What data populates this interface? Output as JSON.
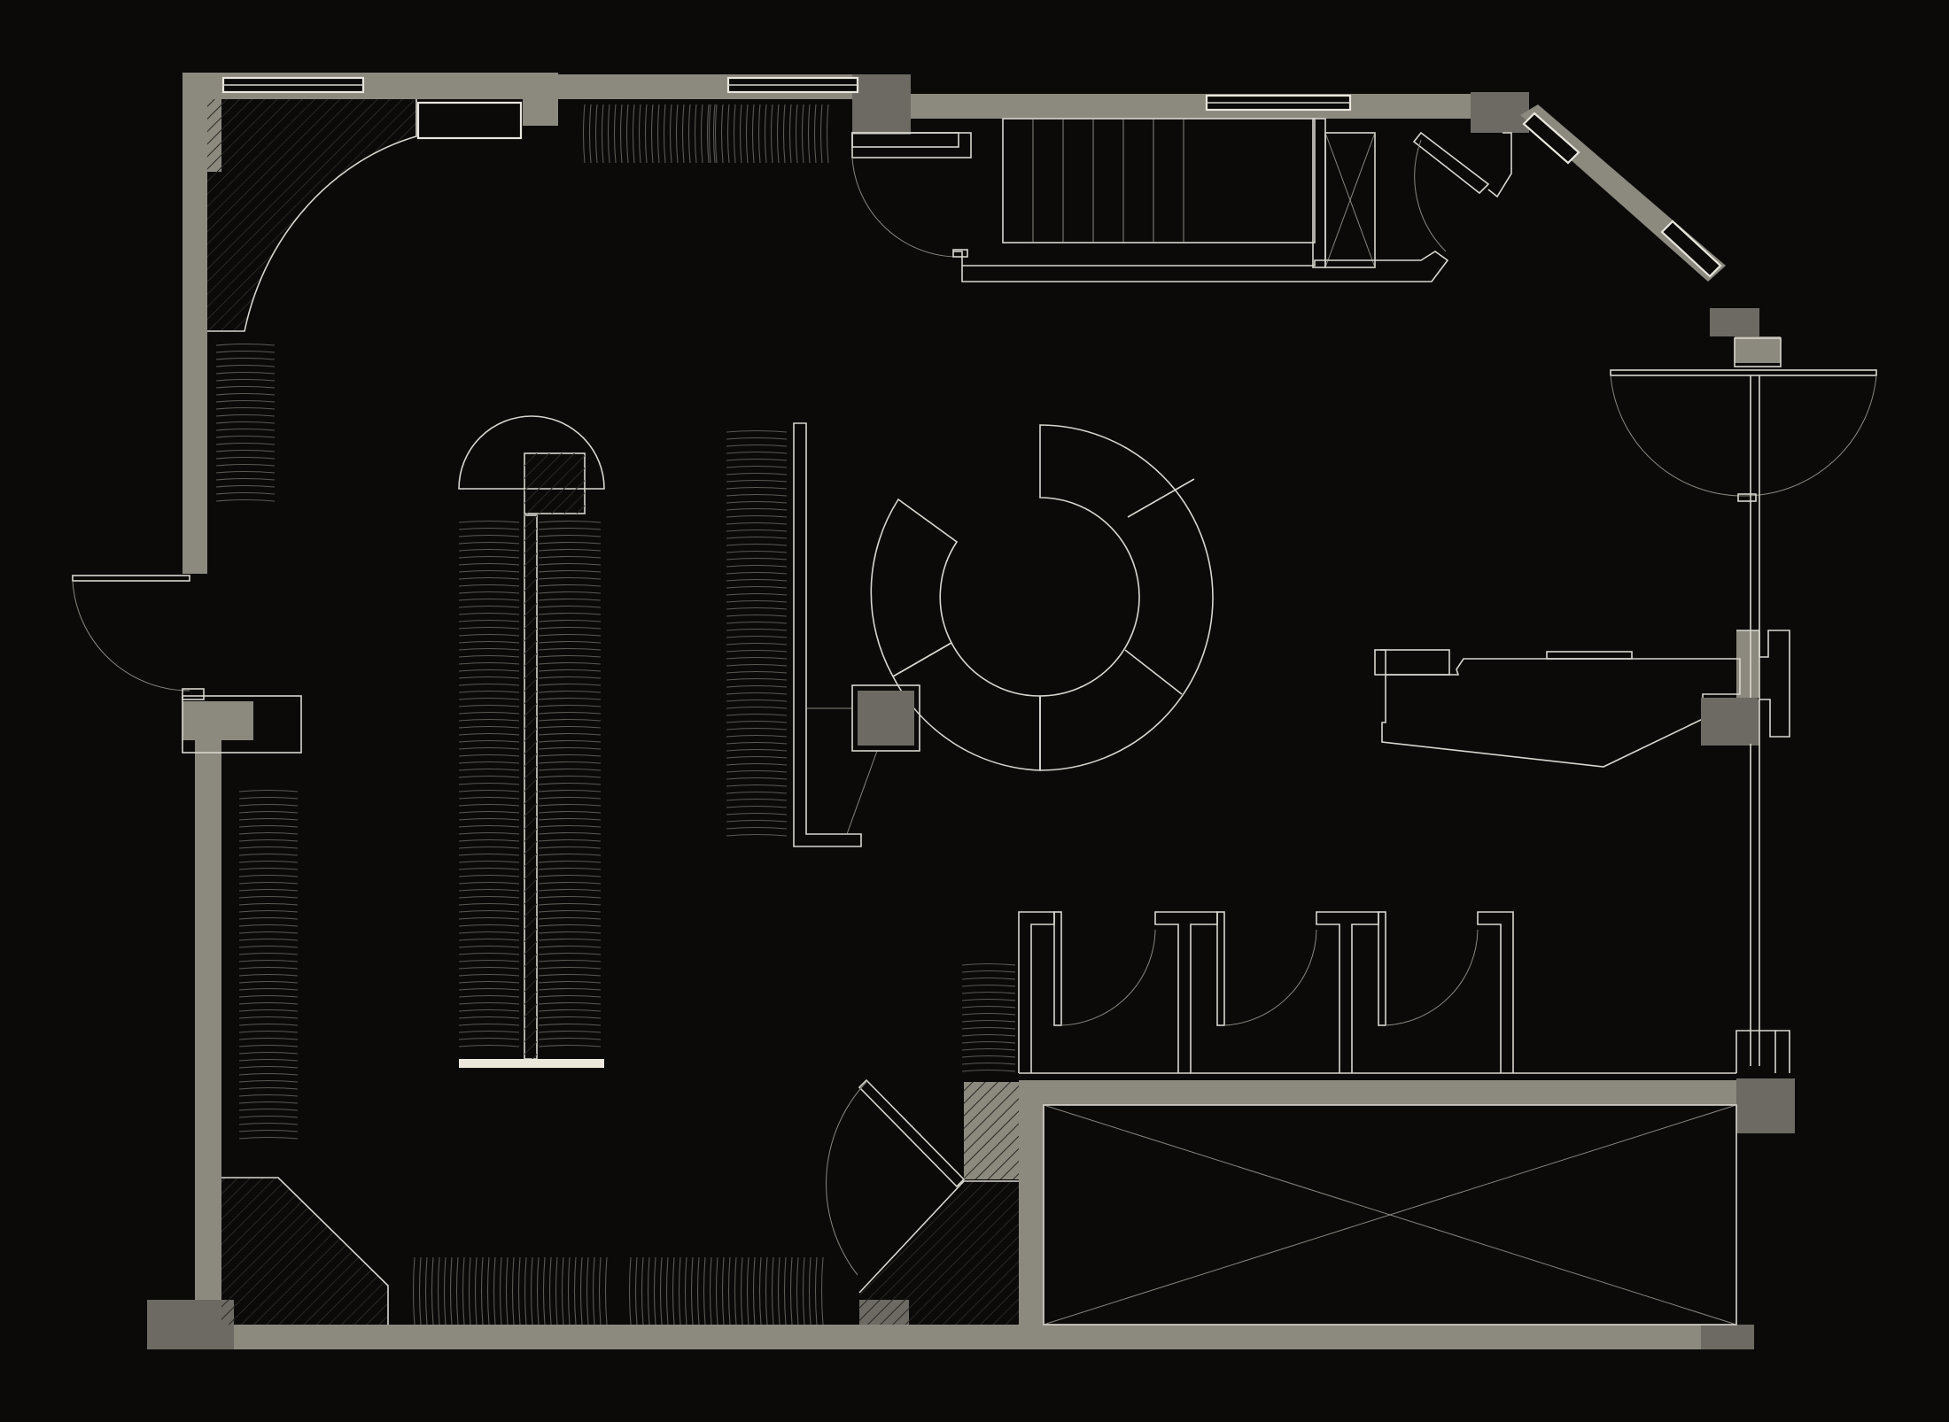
{
  "drawing": {
    "type": "architectural-floor-plan",
    "colors": {
      "background": "#0b0a09",
      "walls": "#8c897f",
      "linework": "#d9d6cf",
      "hangers": "#5b5954"
    },
    "elements": [
      "exterior-walls",
      "windows",
      "entrance-doors",
      "staircase",
      "elevator",
      "circular-counter",
      "central-display-rack",
      "clothing-racks",
      "fitting-rooms",
      "cash-desk",
      "storage-room"
    ]
  }
}
